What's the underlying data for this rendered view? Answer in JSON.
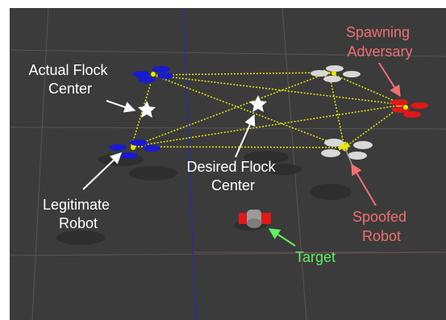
{
  "labels": {
    "actual_flock_center": [
      "Actual Flock",
      "Center"
    ],
    "desired_flock_center": [
      "Desired Flock",
      "Center"
    ],
    "legitimate_robot": [
      "Legitimate",
      "Robot"
    ],
    "spawning_adversary": [
      "Spawning",
      "Adversary"
    ],
    "spoofed_robot": [
      "Spoofed",
      "Robot"
    ],
    "target": "Target"
  },
  "colors": {
    "background": "#3b3b3b",
    "grid": "#555555",
    "formation_edge": "#e8e80a",
    "legitimate_robot": "#1a1ad0",
    "spoofed_robot": "#d8d8d8",
    "adversary": "#e01818",
    "label_white": "#ffffff",
    "label_red": "#f07070",
    "label_green": "#60f060"
  }
}
